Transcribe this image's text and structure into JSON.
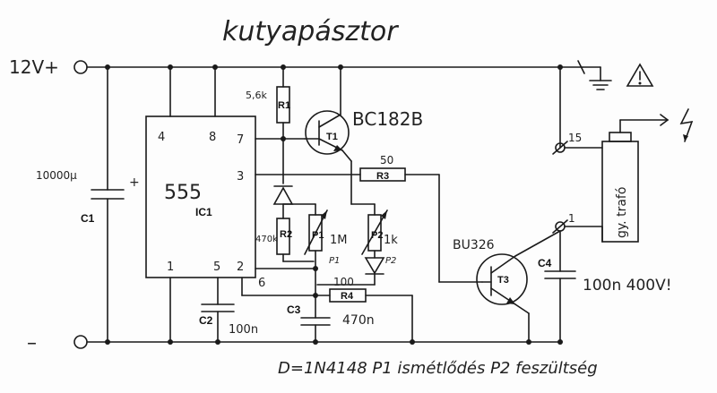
{
  "title": "kutyapásztor",
  "supply": {
    "plus": "12V+",
    "minus": "–"
  },
  "ic": {
    "name": "555",
    "ref": "IC1",
    "pins": [
      "4",
      "8",
      "7",
      "3",
      "1",
      "5",
      "2",
      "6"
    ]
  },
  "components": {
    "R1": {
      "ref": "R1",
      "value": "5,6k"
    },
    "R2": {
      "ref": "R2",
      "value": "470k"
    },
    "R3": {
      "ref": "R3",
      "value": "50"
    },
    "R4": {
      "ref": "R4",
      "value": "100"
    },
    "P1": {
      "ref": "P1",
      "value": "1M",
      "tag": "P1"
    },
    "P2": {
      "ref": "P2",
      "value": "1k",
      "tag": "P2"
    },
    "T1": {
      "ref": "T1",
      "type": "BC182B"
    },
    "T3": {
      "ref": "T3",
      "type": "BU326"
    },
    "C1": {
      "ref": "C1",
      "value": "10000µ",
      "polarity": "+"
    },
    "C2": {
      "ref": "C2",
      "value": "100n"
    },
    "C3": {
      "ref": "C3",
      "value": "470n"
    },
    "C4": {
      "ref": "C4",
      "value": "100n 400V!"
    },
    "transformer": {
      "label": "gy. trafó",
      "pin_top": "15",
      "pin_bottom": "1"
    }
  },
  "note": "D=1N4148  P1 ismétlődés  P2 feszültség",
  "icons": [
    "ground-icon",
    "warning-icon",
    "lightning-arrow-icon",
    "diode-icon",
    "led-icon"
  ]
}
